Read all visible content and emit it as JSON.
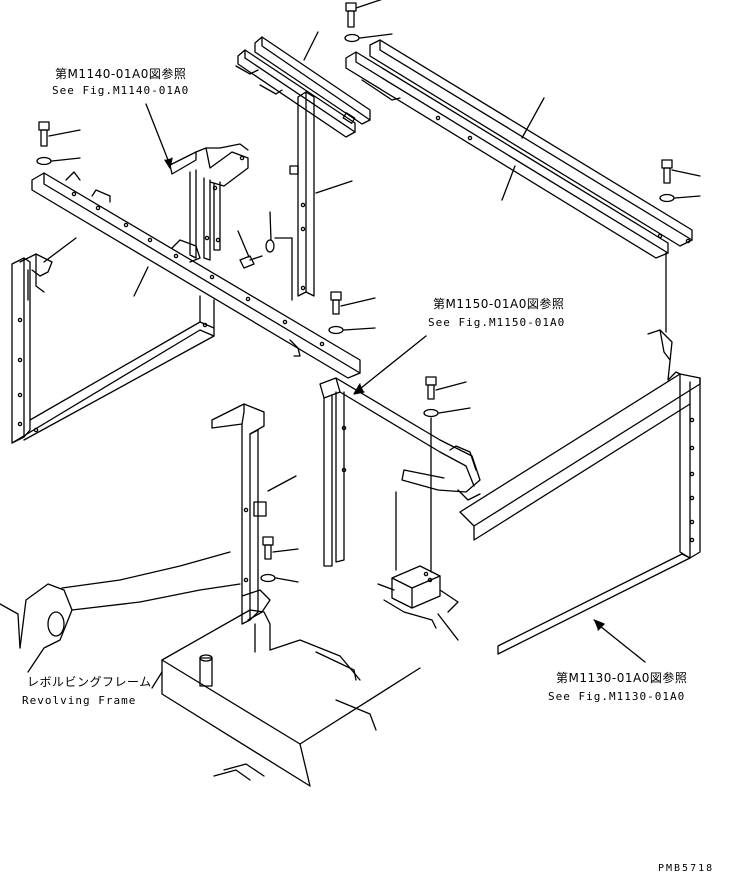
{
  "references": [
    {
      "ja": "第M1140-01A0図参照",
      "en": "See Fig.M1140-01A0"
    },
    {
      "ja": "第M1150-01A0図参照",
      "en": "See Fig.M1150-01A0"
    },
    {
      "ja": "第M1130-01A0図参照",
      "en": "See Fig.M1130-01A0"
    }
  ],
  "revolving_frame": {
    "ja": "レボルビングフレーム",
    "en": "Revolving Frame"
  },
  "drawing_code": "PMB5718"
}
